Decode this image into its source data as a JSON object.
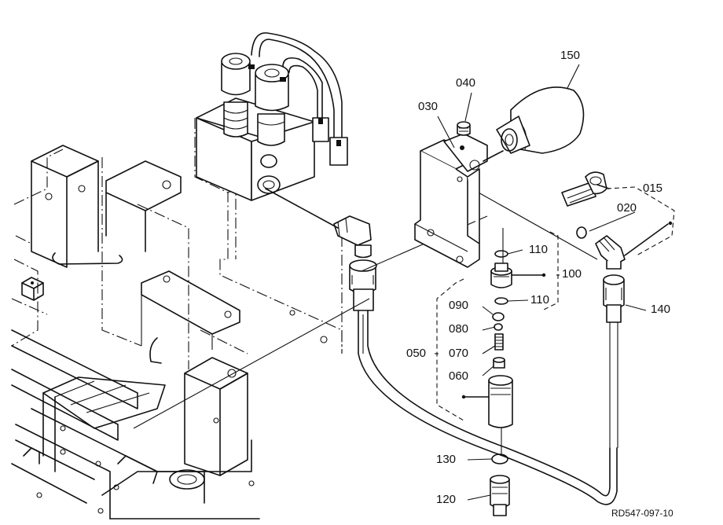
{
  "diagram": {
    "callouts": [
      {
        "id": "c015",
        "text": "015"
      },
      {
        "id": "c020",
        "text": "020"
      },
      {
        "id": "c030",
        "text": "030"
      },
      {
        "id": "c040",
        "text": "040"
      },
      {
        "id": "c050",
        "text": "050"
      },
      {
        "id": "c060",
        "text": "060"
      },
      {
        "id": "c070",
        "text": "070"
      },
      {
        "id": "c080",
        "text": "080"
      },
      {
        "id": "c090",
        "text": "090"
      },
      {
        "id": "c100",
        "text": "100"
      },
      {
        "id": "c110a",
        "text": "110"
      },
      {
        "id": "c110b",
        "text": "110"
      },
      {
        "id": "c120",
        "text": "120"
      },
      {
        "id": "c130",
        "text": "130"
      },
      {
        "id": "c140",
        "text": "140"
      },
      {
        "id": "c150",
        "text": "150"
      }
    ],
    "reference_code": "RD547-097-10"
  }
}
